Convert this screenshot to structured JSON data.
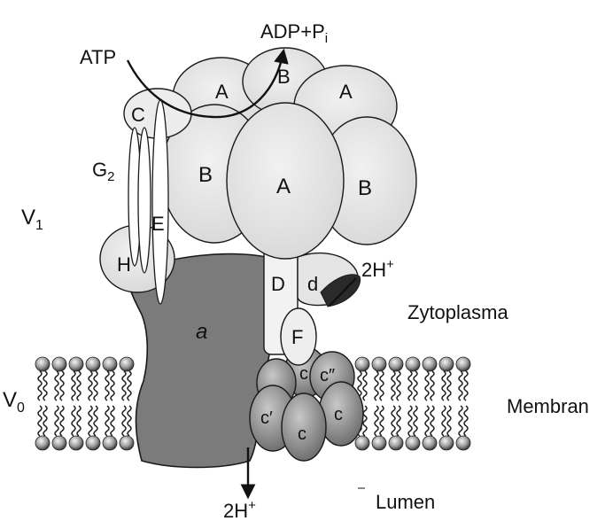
{
  "reaction": {
    "substrate": "ATP",
    "products": "ADP+P",
    "products_subscript": "i"
  },
  "sectors": {
    "v1": "V",
    "v1_sub": "1",
    "v0": "V",
    "v0_sub": "0"
  },
  "subunits": {
    "a_left": "A",
    "b_top": "B",
    "a_right": "A",
    "c_upper": "C",
    "b_left": "B",
    "a_front": "A",
    "b_right": "B",
    "g2": "G",
    "g2_sub": "2",
    "e": "E",
    "h": "H",
    "a_small": "a",
    "d_upper": "D",
    "d_lower": "d",
    "f": "F",
    "c_top": "c",
    "c_double_prime": "c″",
    "c_prime": "c′",
    "c_middle": "c",
    "c_right": "c"
  },
  "protons": {
    "top": "2H",
    "bottom": "2H",
    "charge": "+"
  },
  "regions": {
    "cytoplasm": "Zytoplasma",
    "membrane": "Membran",
    "lumen": "Lumen"
  },
  "colors": {
    "light_subunit": "#e4e4e4",
    "dark_subunit": "#777777",
    "stalk": "#f2f2f2",
    "outline": "#1a1a1a"
  }
}
